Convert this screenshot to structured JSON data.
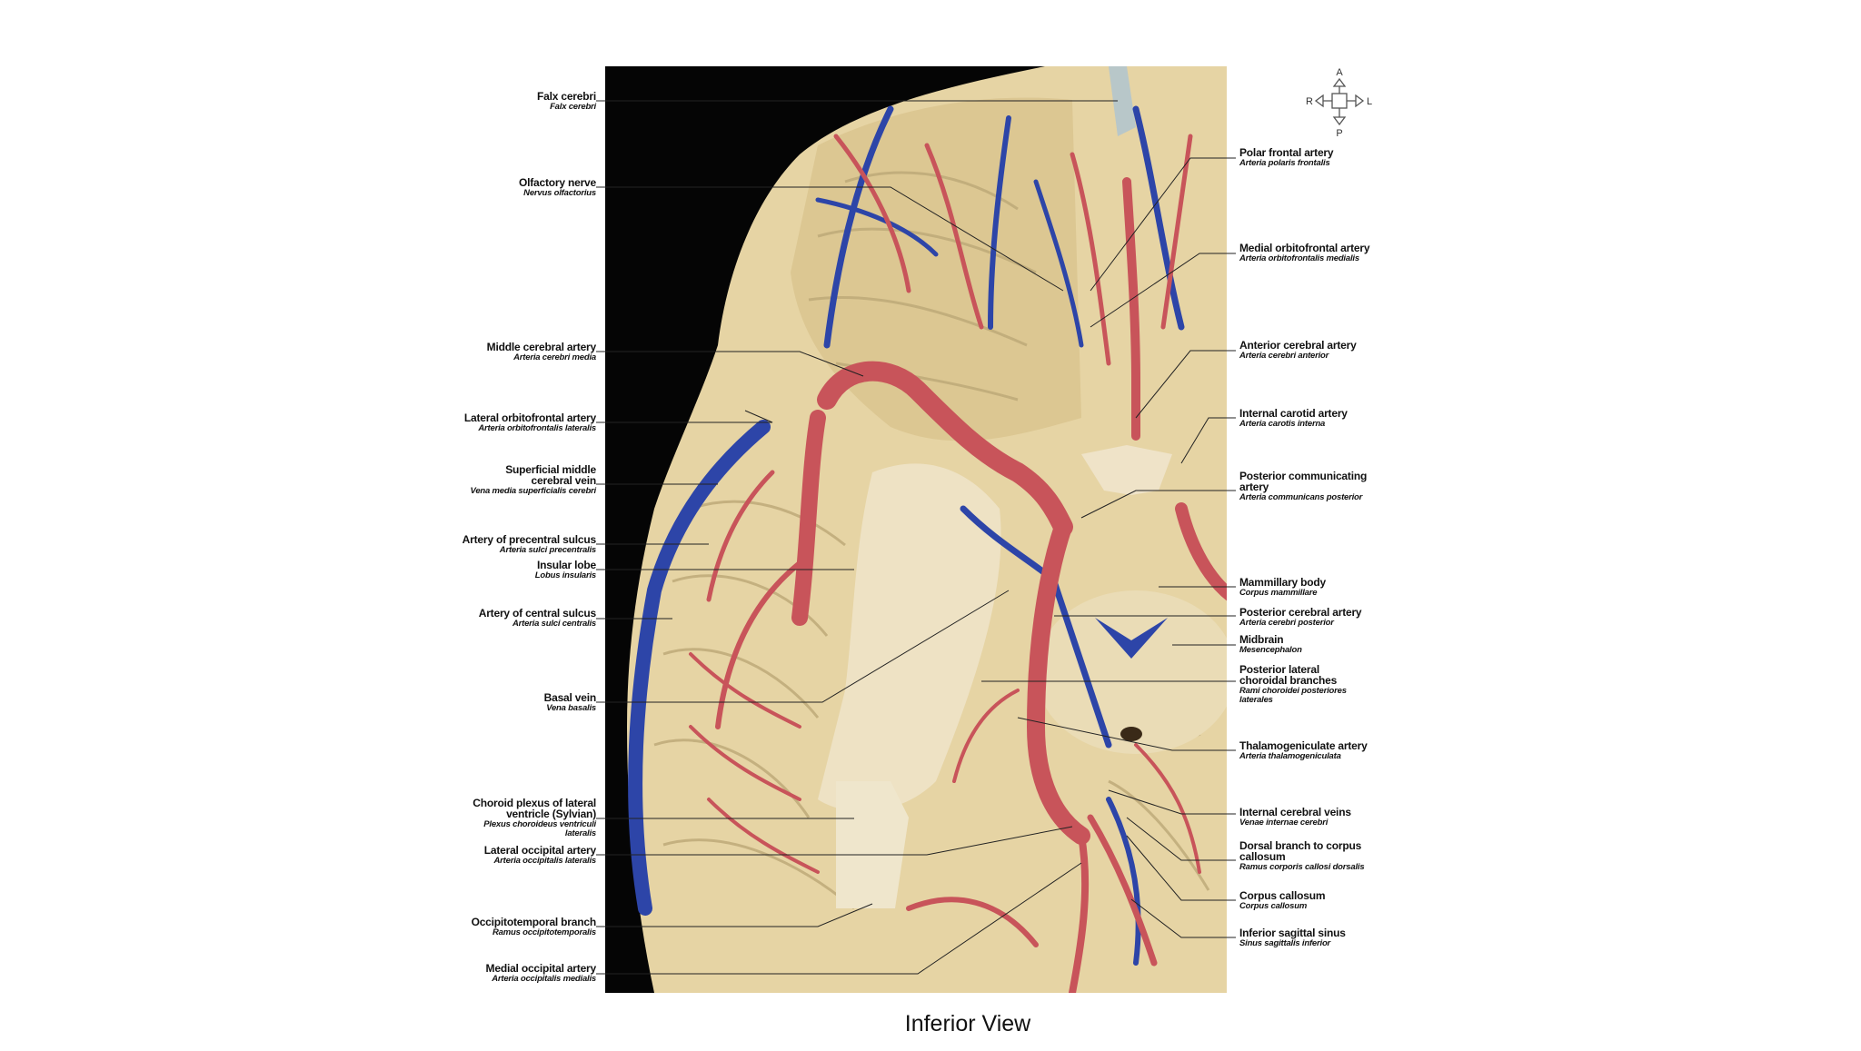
{
  "caption": "Inferior View",
  "orientation": {
    "anterior": "A",
    "posterior": "P",
    "right": "R",
    "left": "L"
  },
  "colors": {
    "artery": "#c8545a",
    "vein": "#2d45a8",
    "tissue": "#e7d6a6",
    "background": "#050505"
  },
  "labels_left": [
    {
      "en": "Falx cerebri",
      "la": "Falx cerebri"
    },
    {
      "en": "Olfactory nerve",
      "la": "Nervus olfactorius"
    },
    {
      "en": "Middle cerebral artery",
      "la": "Arteria cerebri media"
    },
    {
      "en": "Lateral orbitofrontal artery",
      "la": "Arteria orbitofrontalis lateralis"
    },
    {
      "en": "Superficial middle\ncerebral vein",
      "la": "Vena media superficialis cerebri"
    },
    {
      "en": "Artery of precentral sulcus",
      "la": "Arteria sulci precentralis"
    },
    {
      "en": "Insular lobe",
      "la": "Lobus insularis"
    },
    {
      "en": "Artery of central sulcus",
      "la": "Arteria sulci centralis"
    },
    {
      "en": "Basal vein",
      "la": "Vena basalis"
    },
    {
      "en": "Choroid plexus of lateral\nventricle (Sylvian)",
      "la": "Plexus choroideus ventriculi\nlateralis"
    },
    {
      "en": "Lateral occipital artery",
      "la": "Arteria occipitalis lateralis"
    },
    {
      "en": "Occipitotemporal branch",
      "la": "Ramus occipitotemporalis"
    },
    {
      "en": "Medial occipital artery",
      "la": "Arteria occipitalis medialis"
    }
  ],
  "labels_right": [
    {
      "en": "Polar frontal artery",
      "la": "Arteria polaris frontalis"
    },
    {
      "en": "Medial orbitofrontal artery",
      "la": "Arteria orbitofrontalis medialis"
    },
    {
      "en": "Anterior cerebral artery",
      "la": "Arteria cerebri anterior"
    },
    {
      "en": "Internal carotid artery",
      "la": "Arteria carotis interna"
    },
    {
      "en": "Posterior communicating\nartery",
      "la": "Arteria communicans posterior"
    },
    {
      "en": "Mammillary body",
      "la": "Corpus mammillare"
    },
    {
      "en": "Posterior cerebral artery",
      "la": "Arteria cerebri posterior"
    },
    {
      "en": "Midbrain",
      "la": "Mesencephalon"
    },
    {
      "en": "Posterior lateral\nchoroidal branches",
      "la": "Rami choroidei posteriores\nlaterales"
    },
    {
      "en": "Thalamogeniculate artery",
      "la": "Arteria thalamogeniculata"
    },
    {
      "en": "Internal cerebral veins",
      "la": "Venae internae cerebri"
    },
    {
      "en": "Dorsal branch to corpus\ncallosum",
      "la": "Ramus corporis callosi dorsalis"
    },
    {
      "en": "Corpus callosum",
      "la": "Corpus callosum"
    },
    {
      "en": "Inferior sagittal sinus",
      "la": "Sinus sagittalis inferior"
    }
  ]
}
